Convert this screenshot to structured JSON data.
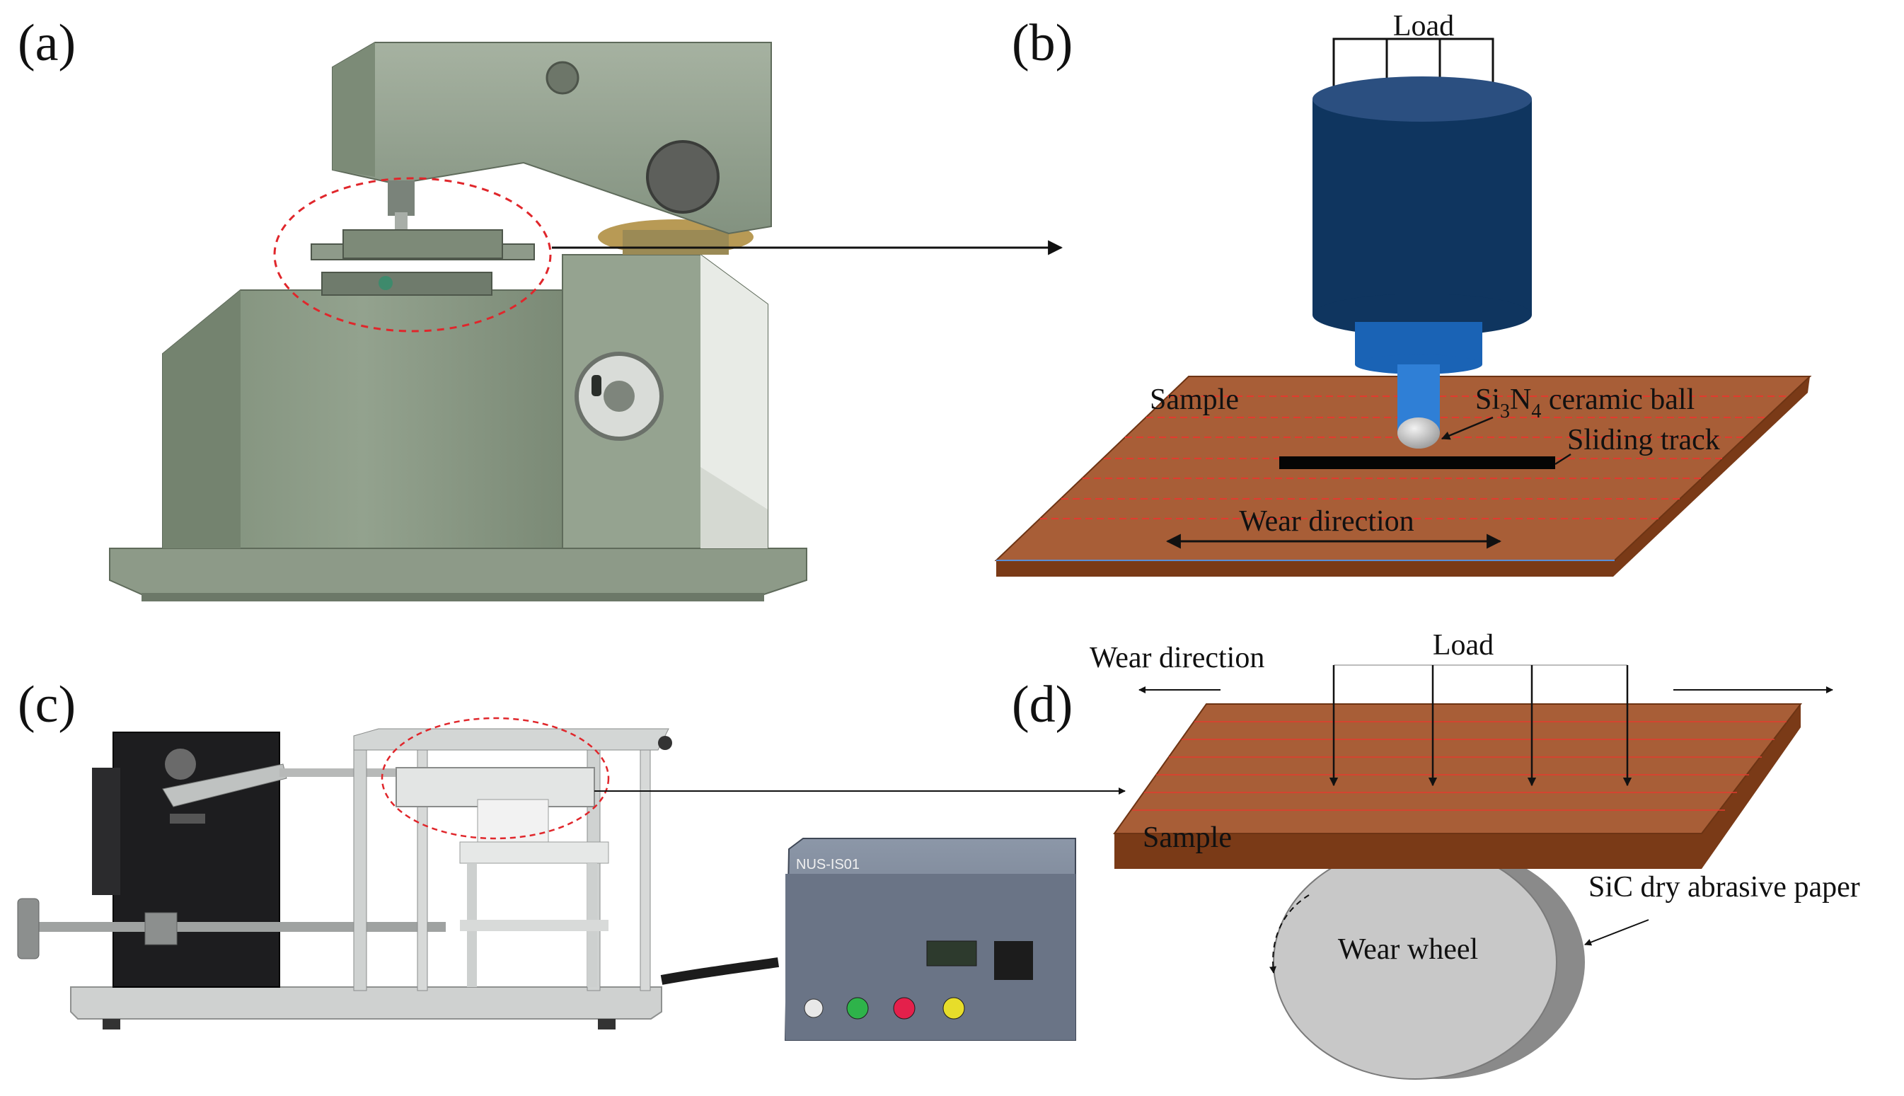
{
  "panels": {
    "a": {
      "label": "(a)"
    },
    "b": {
      "label": "(b)",
      "load": "Load",
      "sample": "Sample",
      "ball_main": "Si",
      "ball_sub1": "3",
      "ball_mid": "N",
      "ball_sub2": "4",
      "ball_rest": " ceramic ball",
      "track": "Sliding track",
      "wear_direction": "Wear direction"
    },
    "c": {
      "label": "(c)",
      "controller_model": "NUS-IS01"
    },
    "d": {
      "label": "(d)",
      "wear_direction": "Wear direction",
      "load": "Load",
      "sample": "Sample",
      "abrasive": "SiC dry abrasive paper",
      "wheel": "Wear wheel"
    }
  },
  "colors": {
    "sample_top": "#a85e37",
    "sample_edge": "#7a3a17",
    "sample_lines": "#e23b2e",
    "cylinder_top": "#2b4f80",
    "cylinder_body": "#0f355f",
    "neck": "#1a63b5",
    "stem": "#2f7fd6",
    "machine_green": "#8b9a86",
    "wheel_face": "#c8c8c8",
    "wheel_rim": "#8a8a8a",
    "highlight_circle": "#e0262b"
  }
}
